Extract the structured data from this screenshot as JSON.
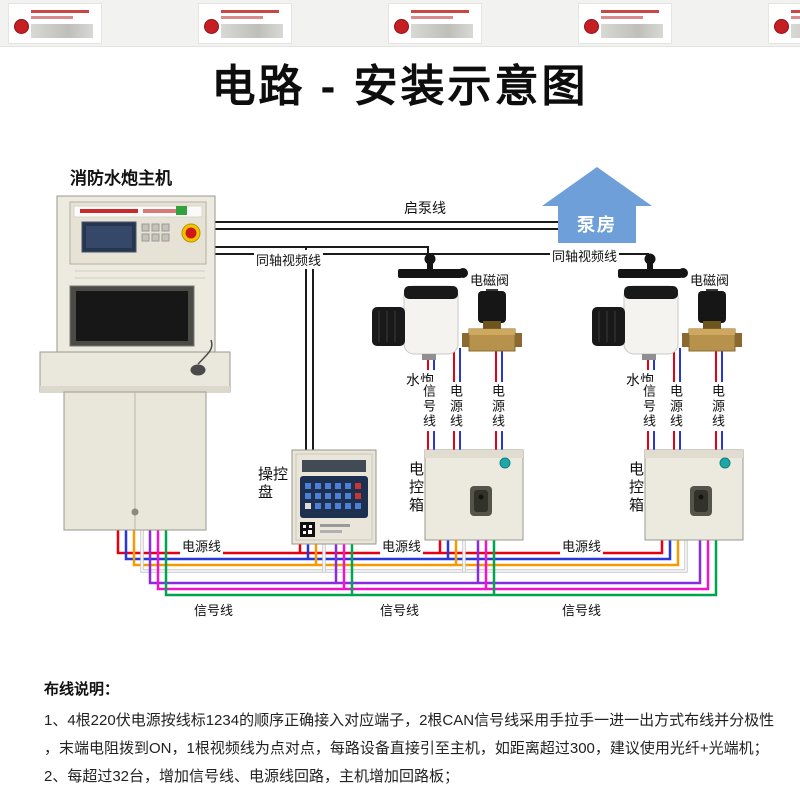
{
  "title": "电路 - 安装示意图",
  "diagram": {
    "console": {
      "label": "消防水炮主机"
    },
    "pump_house": {
      "label": "泵房"
    },
    "wires": {
      "pump_start": "启泵线",
      "coax_left": "同轴视频线",
      "coax_right": "同轴视频线",
      "signal_v_left": "信号线",
      "power_v_left1": "电源线",
      "power_v_left2": "电源线",
      "signal_v_right": "信号线",
      "power_v_right1": "电源线",
      "power_v_right2": "电源线",
      "power_h1": "电源线",
      "power_h2": "电源线",
      "power_h3": "电源线",
      "signal_h1": "信号线",
      "signal_h2": "信号线",
      "signal_h3": "信号线"
    },
    "devices": {
      "cannon_left": "水炮",
      "cannon_right": "水炮",
      "valve_left": "电磁阀",
      "valve_right": "电磁阀",
      "control_panel": "操控盘",
      "control_box_left": "电控箱",
      "control_box_right": "电控箱"
    },
    "colors": {
      "pump_house_blue": "#6f9fd8",
      "wire_black": "#1a1a1a",
      "wire_red": "#e60012",
      "wire_blue": "#2737d8",
      "wire_orange": "#f59a00",
      "wire_white": "#f5f5f5",
      "wire_purple": "#8a2be2",
      "wire_magenta": "#f013c8",
      "wire_green": "#00a550"
    }
  },
  "notes": {
    "heading": "布线说明：",
    "lines": [
      "1、4根220伏电源按线标1234的顺序正确接入对应端子，2根CAN信号线采用手拉手一进一出方式布线并分极性",
      "，末端电阻拨到ON，1根视频线为点对点，每路设备直接引至主机，如距离超过300，建议使用光纤+光端机；",
      "2、每超过32台，增加信号线、电源线回路，主机增加回路板；"
    ]
  }
}
